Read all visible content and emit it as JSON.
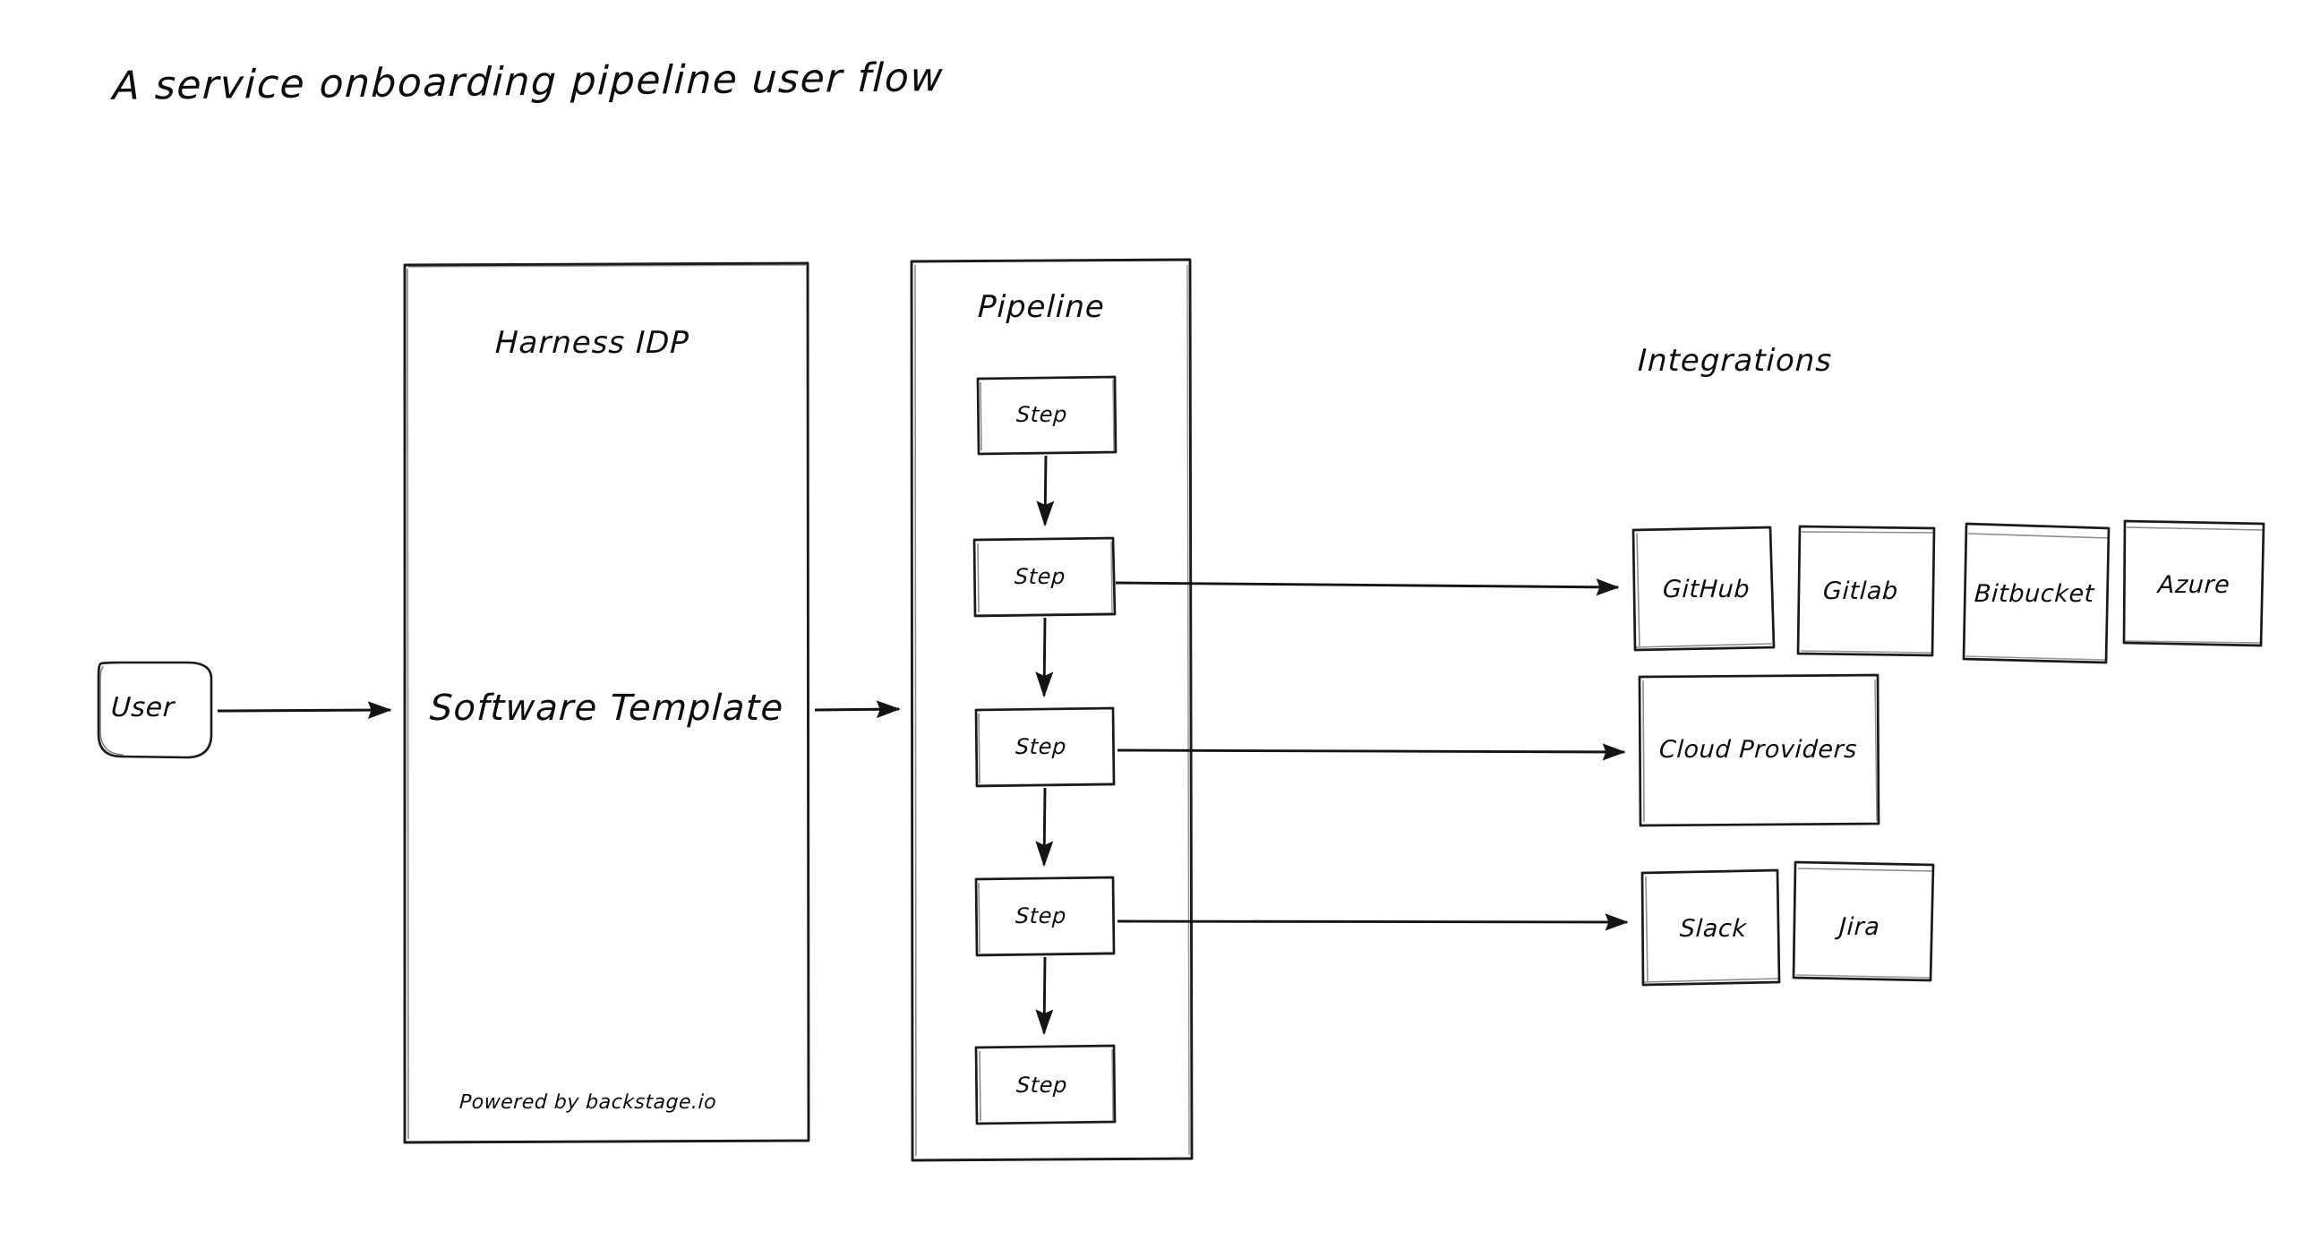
{
  "diagram": {
    "title": "A service onboarding pipeline user flow",
    "background_color": "#ffffff",
    "stroke_color": "#1a1a1a",
    "text_color": "#0d0d0d",
    "style": "hand-drawn sketch"
  },
  "actor": {
    "label": "User"
  },
  "idp": {
    "container_label": "Harness IDP",
    "main_label": "Software Template",
    "footer_label": "Powered by backstage.io"
  },
  "pipeline": {
    "container_label": "Pipeline",
    "steps": [
      {
        "label": "Step"
      },
      {
        "label": "Step"
      },
      {
        "label": "Step"
      },
      {
        "label": "Step"
      },
      {
        "label": "Step"
      }
    ]
  },
  "integrations": {
    "section_label": "Integrations",
    "scm": [
      {
        "label": "GitHub"
      },
      {
        "label": "Gitlab"
      },
      {
        "label": "Bitbucket"
      },
      {
        "label": "Azure"
      }
    ],
    "cloud": [
      {
        "label": "Cloud Providers"
      }
    ],
    "collab": [
      {
        "label": "Slack"
      },
      {
        "label": "Jira"
      }
    ]
  },
  "connections": [
    {
      "from": "User",
      "to": "Harness IDP"
    },
    {
      "from": "Software Template",
      "to": "Pipeline"
    },
    {
      "from": "Step 1",
      "to": "Step 2"
    },
    {
      "from": "Step 2",
      "to": "Step 3"
    },
    {
      "from": "Step 3",
      "to": "Step 4"
    },
    {
      "from": "Step 4",
      "to": "Step 5"
    },
    {
      "from": "Step 2",
      "to": "GitHub"
    },
    {
      "from": "Step 3",
      "to": "Cloud Providers"
    },
    {
      "from": "Step 4",
      "to": "Slack"
    }
  ]
}
